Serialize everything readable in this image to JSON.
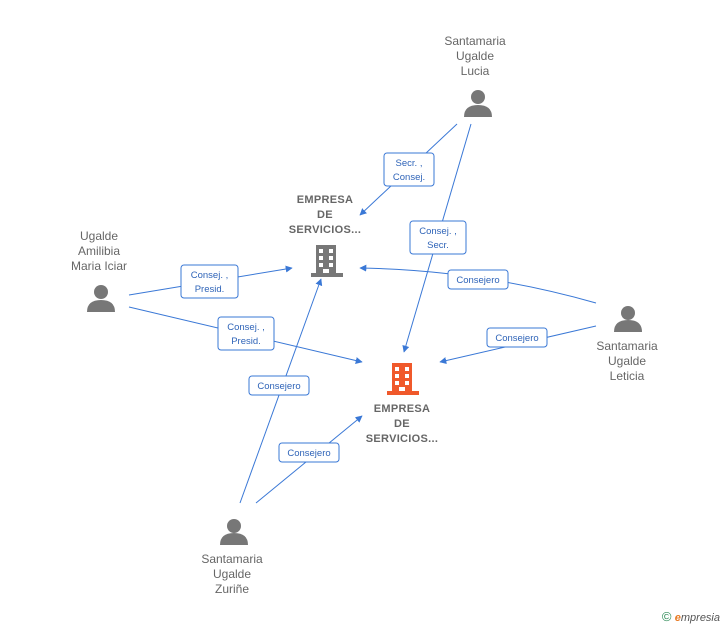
{
  "colors": {
    "edge": "#3a78d6",
    "person": "#777777",
    "company_main": "#f0592b",
    "company_other": "#777777",
    "text": "#666666"
  },
  "nodes": {
    "company_top": {
      "lines": [
        "EMPRESA",
        "DE",
        "SERVICIOS..."
      ],
      "icon": "building-icon"
    },
    "company_main": {
      "lines": [
        "EMPRESA",
        "DE",
        "SERVICIOS..."
      ],
      "icon": "building-icon"
    },
    "lucia": {
      "lines": [
        "Santamaria",
        "Ugalde",
        "Lucia"
      ],
      "icon": "person-icon"
    },
    "iciar": {
      "lines": [
        "Ugalde",
        "Amilibia",
        "Maria Iciar"
      ],
      "icon": "person-icon"
    },
    "leticia": {
      "lines": [
        "Santamaria",
        "Ugalde",
        "Leticia"
      ],
      "icon": "person-icon"
    },
    "zurine": {
      "lines": [
        "Santamaria",
        "Ugalde",
        "Zuriñe"
      ],
      "icon": "person-icon"
    }
  },
  "edges": [
    {
      "id": "lucia-top",
      "lines": [
        "Secr. ,",
        "Consej."
      ]
    },
    {
      "id": "lucia-main",
      "lines": [
        "Consej. ,",
        "Secr."
      ]
    },
    {
      "id": "iciar-top",
      "lines": [
        "Consej. ,",
        "Presid."
      ]
    },
    {
      "id": "iciar-main",
      "lines": [
        "Consej. ,",
        "Presid."
      ]
    },
    {
      "id": "leticia-top",
      "lines": [
        "Consejero"
      ]
    },
    {
      "id": "leticia-main",
      "lines": [
        "Consejero"
      ]
    },
    {
      "id": "zurine-top",
      "lines": [
        "Consejero"
      ]
    },
    {
      "id": "zurine-main",
      "lines": [
        "Consejero"
      ]
    }
  ],
  "footer": {
    "symbol": "©",
    "brand_initial": "e",
    "brand_rest": "mpresia"
  }
}
